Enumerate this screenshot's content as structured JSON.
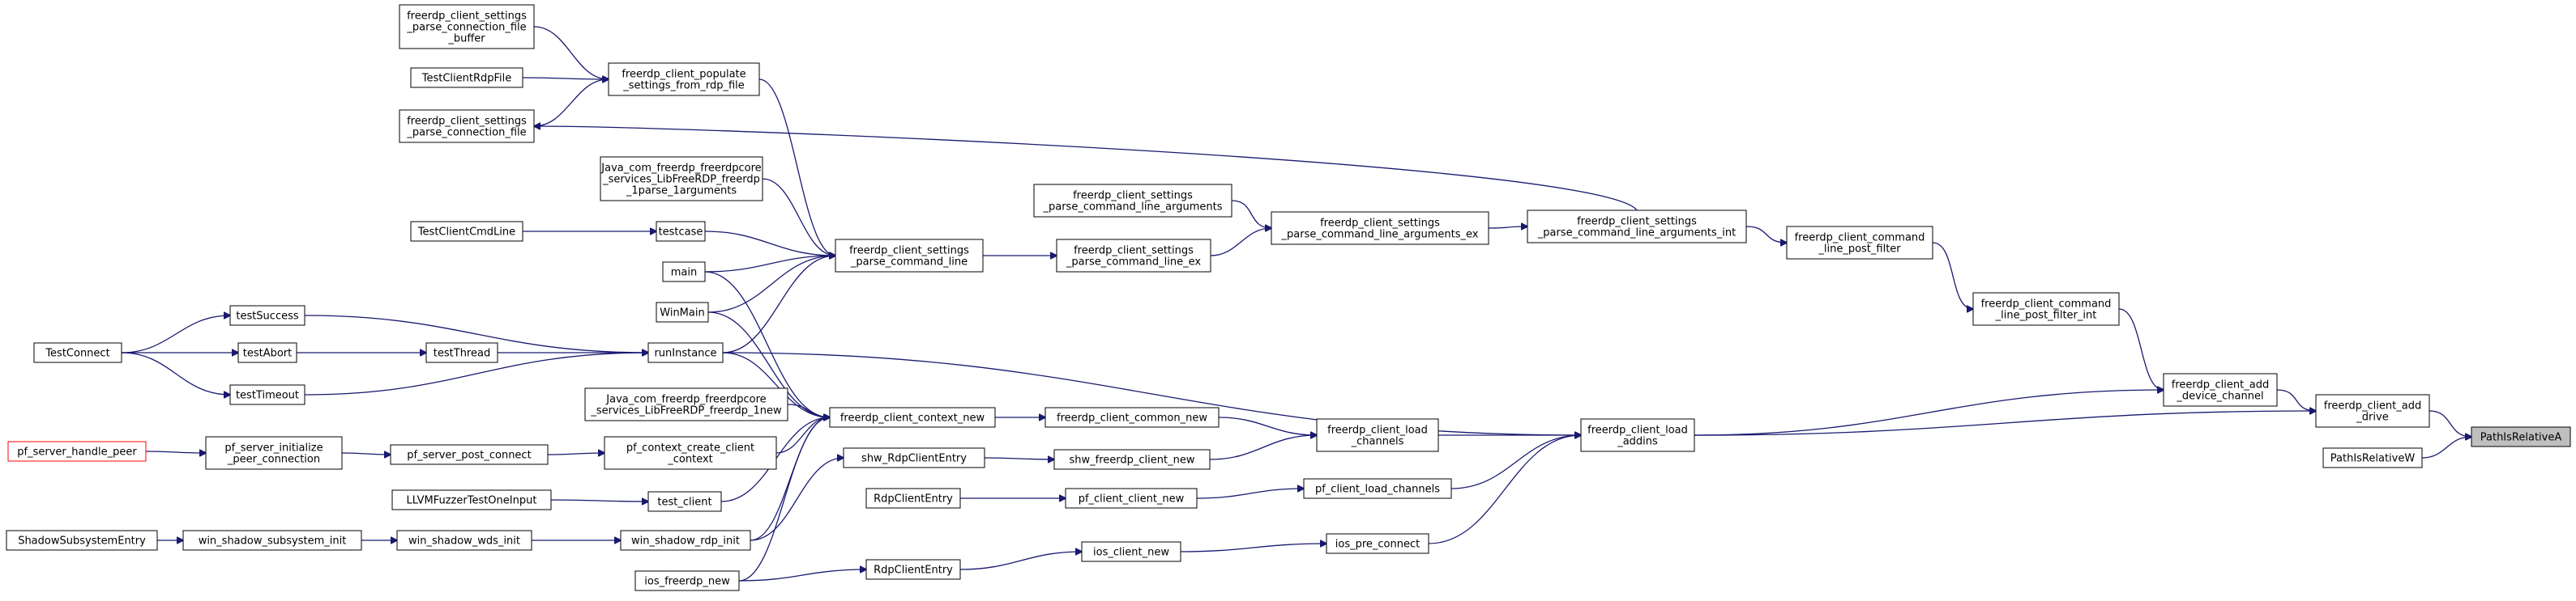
{
  "graph": {
    "focus_node": "PathIsRelativeA",
    "edge_color": "#191970",
    "node_border_color": "#000000",
    "highlight_fill": "#bfbfbf",
    "external_border_color": "#ff0000",
    "nodes": [
      {
        "id": "PathIsRelativeA",
        "lines": [
          "PathIsRelativeA"
        ]
      },
      {
        "id": "freerdp_client_add_drive",
        "lines": [
          "freerdp_client_add",
          "_drive"
        ]
      },
      {
        "id": "PathIsRelativeW",
        "lines": [
          "PathIsRelativeW"
        ]
      },
      {
        "id": "freerdp_client_add_device_channel",
        "lines": [
          "freerdp_client_add",
          "_device_channel"
        ]
      },
      {
        "id": "freerdp_client_load_addins",
        "lines": [
          "freerdp_client_load",
          "_addins"
        ]
      },
      {
        "id": "freerdp_client_command_line_post_filter_int",
        "lines": [
          "freerdp_client_command",
          "_line_post_filter_int"
        ]
      },
      {
        "id": "freerdp_client_command_line_post_filter",
        "lines": [
          "freerdp_client_command",
          "_line_post_filter"
        ]
      },
      {
        "id": "freerdp_client_settings_parse_command_line_arguments_int",
        "lines": [
          "freerdp_client_settings",
          "_parse_command_line_arguments_int"
        ]
      },
      {
        "id": "freerdp_client_settings_parse_command_line_arguments_ex",
        "lines": [
          "freerdp_client_settings",
          "_parse_command_line_arguments_ex"
        ]
      },
      {
        "id": "freerdp_client_settings_parse_command_line_arguments",
        "lines": [
          "freerdp_client_settings",
          "_parse_command_line_arguments"
        ]
      },
      {
        "id": "freerdp_client_settings_parse_command_line_ex",
        "lines": [
          "freerdp_client_settings",
          "_parse_command_line_ex"
        ]
      },
      {
        "id": "freerdp_client_settings_parse_command_line",
        "lines": [
          "freerdp_client_settings",
          "_parse_command_line"
        ]
      },
      {
        "id": "freerdp_client_settings_parse_connection_file_buffer",
        "lines": [
          "freerdp_client_settings",
          "_parse_connection_file",
          "_buffer"
        ]
      },
      {
        "id": "TestClientRdpFile",
        "lines": [
          "TestClientRdpFile"
        ]
      },
      {
        "id": "freerdp_client_settings_parse_connection_file",
        "lines": [
          "freerdp_client_settings",
          "_parse_connection_file"
        ]
      },
      {
        "id": "freerdp_client_populate_settings_from_rdp_file",
        "lines": [
          "freerdp_client_populate",
          "_settings_from_rdp_file"
        ]
      },
      {
        "id": "Java_parse_arguments",
        "lines": [
          "Java_com_freerdp_freerdpcore",
          "_services_LibFreeRDP_freerdp",
          "_1parse_1arguments"
        ]
      },
      {
        "id": "TestClientCmdLine",
        "lines": [
          "TestClientCmdLine"
        ]
      },
      {
        "id": "testcase",
        "lines": [
          "testcase"
        ]
      },
      {
        "id": "main",
        "lines": [
          "main"
        ]
      },
      {
        "id": "WinMain",
        "lines": [
          "WinMain"
        ]
      },
      {
        "id": "runInstance",
        "lines": [
          "runInstance"
        ]
      },
      {
        "id": "testSuccess",
        "lines": [
          "testSuccess"
        ]
      },
      {
        "id": "testAbort",
        "lines": [
          "testAbort"
        ]
      },
      {
        "id": "testThread",
        "lines": [
          "testThread"
        ]
      },
      {
        "id": "testTimeout",
        "lines": [
          "testTimeout"
        ]
      },
      {
        "id": "TestConnect",
        "lines": [
          "TestConnect"
        ]
      },
      {
        "id": "Java_freerdp_new",
        "lines": [
          "Java_com_freerdp_freerdpcore",
          "_services_LibFreeRDP_freerdp_1new"
        ]
      },
      {
        "id": "freerdp_client_context_new",
        "lines": [
          "freerdp_client_context_new"
        ]
      },
      {
        "id": "freerdp_client_common_new",
        "lines": [
          "freerdp_client_common_new"
        ]
      },
      {
        "id": "freerdp_client_load_channels",
        "lines": [
          "freerdp_client_load",
          "_channels"
        ]
      },
      {
        "id": "pf_server_handle_peer",
        "lines": [
          "pf_server_handle_peer"
        ]
      },
      {
        "id": "pf_server_initialize_peer_connection",
        "lines": [
          "pf_server_initialize",
          "_peer_connection"
        ]
      },
      {
        "id": "pf_server_post_connect",
        "lines": [
          "pf_server_post_connect"
        ]
      },
      {
        "id": "pf_context_create_client_context",
        "lines": [
          "pf_context_create_client",
          "_context"
        ]
      },
      {
        "id": "shw_RdpClientEntry",
        "lines": [
          "shw_RdpClientEntry"
        ]
      },
      {
        "id": "shw_freerdp_client_new",
        "lines": [
          "shw_freerdp_client_new"
        ]
      },
      {
        "id": "RdpClientEntry_pf",
        "lines": [
          "RdpClientEntry"
        ]
      },
      {
        "id": "pf_client_client_new",
        "lines": [
          "pf_client_client_new"
        ]
      },
      {
        "id": "pf_client_load_channels",
        "lines": [
          "pf_client_load_channels"
        ]
      },
      {
        "id": "LLVMFuzzerTestOneInput",
        "lines": [
          "LLVMFuzzerTestOneInput"
        ]
      },
      {
        "id": "test_client",
        "lines": [
          "test_client"
        ]
      },
      {
        "id": "ShadowSubsystemEntry",
        "lines": [
          "ShadowSubsystemEntry"
        ]
      },
      {
        "id": "win_shadow_subsystem_init",
        "lines": [
          "win_shadow_subsystem_init"
        ]
      },
      {
        "id": "win_shadow_wds_init",
        "lines": [
          "win_shadow_wds_init"
        ]
      },
      {
        "id": "win_shadow_rdp_init",
        "lines": [
          "win_shadow_rdp_init"
        ]
      },
      {
        "id": "ios_freerdp_new",
        "lines": [
          "ios_freerdp_new"
        ]
      },
      {
        "id": "RdpClientEntry_ios",
        "lines": [
          "RdpClientEntry"
        ]
      },
      {
        "id": "ios_client_new",
        "lines": [
          "ios_client_new"
        ]
      },
      {
        "id": "ios_pre_connect",
        "lines": [
          "ios_pre_connect"
        ]
      }
    ],
    "edges": [
      {
        "from": "freerdp_client_add_drive",
        "to": "PathIsRelativeA"
      },
      {
        "from": "PathIsRelativeW",
        "to": "PathIsRelativeA"
      },
      {
        "from": "freerdp_client_add_device_channel",
        "to": "freerdp_client_add_drive"
      },
      {
        "from": "freerdp_client_load_addins",
        "to": "freerdp_client_add_drive"
      },
      {
        "from": "freerdp_client_load_addins",
        "to": "freerdp_client_add_device_channel"
      },
      {
        "from": "freerdp_client_command_line_post_filter_int",
        "to": "freerdp_client_add_device_channel"
      },
      {
        "from": "freerdp_client_command_line_post_filter",
        "to": "freerdp_client_command_line_post_filter_int"
      },
      {
        "from": "freerdp_client_settings_parse_command_line_arguments_int",
        "to": "freerdp_client_command_line_post_filter"
      },
      {
        "from": "freerdp_client_settings_parse_command_line_arguments_ex",
        "to": "freerdp_client_settings_parse_command_line_arguments_int"
      },
      {
        "from": "freerdp_client_settings_parse_command_line_arguments_int",
        "to": "freerdp_client_settings_parse_connection_file"
      },
      {
        "from": "freerdp_client_settings_parse_command_line_arguments",
        "to": "freerdp_client_settings_parse_command_line_arguments_ex"
      },
      {
        "from": "freerdp_client_settings_parse_command_line_ex",
        "to": "freerdp_client_settings_parse_command_line_arguments_ex"
      },
      {
        "from": "freerdp_client_settings_parse_command_line",
        "to": "freerdp_client_settings_parse_command_line_ex"
      },
      {
        "from": "freerdp_client_settings_parse_connection_file_buffer",
        "to": "freerdp_client_populate_settings_from_rdp_file"
      },
      {
        "from": "TestClientRdpFile",
        "to": "freerdp_client_populate_settings_from_rdp_file"
      },
      {
        "from": "freerdp_client_settings_parse_connection_file",
        "to": "freerdp_client_populate_settings_from_rdp_file"
      },
      {
        "from": "freerdp_client_populate_settings_from_rdp_file",
        "to": "freerdp_client_settings_parse_command_line"
      },
      {
        "from": "Java_parse_arguments",
        "to": "freerdp_client_settings_parse_command_line"
      },
      {
        "from": "testcase",
        "to": "freerdp_client_settings_parse_command_line"
      },
      {
        "from": "main",
        "to": "freerdp_client_settings_parse_command_line"
      },
      {
        "from": "WinMain",
        "to": "freerdp_client_settings_parse_command_line"
      },
      {
        "from": "runInstance",
        "to": "freerdp_client_settings_parse_command_line"
      },
      {
        "from": "TestClientCmdLine",
        "to": "testcase"
      },
      {
        "from": "testSuccess",
        "to": "runInstance"
      },
      {
        "from": "testThread",
        "to": "runInstance"
      },
      {
        "from": "testTimeout",
        "to": "runInstance"
      },
      {
        "from": "testAbort",
        "to": "testThread"
      },
      {
        "from": "TestConnect",
        "to": "testSuccess"
      },
      {
        "from": "TestConnect",
        "to": "testAbort"
      },
      {
        "from": "TestConnect",
        "to": "testTimeout"
      },
      {
        "from": "main",
        "to": "freerdp_client_context_new"
      },
      {
        "from": "WinMain",
        "to": "freerdp_client_context_new"
      },
      {
        "from": "runInstance",
        "to": "freerdp_client_context_new"
      },
      {
        "from": "runInstance",
        "to": "freerdp_client_load_addins"
      },
      {
        "from": "Java_freerdp_new",
        "to": "freerdp_client_context_new"
      },
      {
        "from": "pf_context_create_client_context",
        "to": "freerdp_client_context_new"
      },
      {
        "from": "test_client",
        "to": "freerdp_client_context_new"
      },
      {
        "from": "win_shadow_rdp_init",
        "to": "freerdp_client_context_new"
      },
      {
        "from": "ios_freerdp_new",
        "to": "freerdp_client_context_new"
      },
      {
        "from": "freerdp_client_context_new",
        "to": "freerdp_client_common_new"
      },
      {
        "from": "freerdp_client_common_new",
        "to": "freerdp_client_load_channels"
      },
      {
        "from": "shw_freerdp_client_new",
        "to": "freerdp_client_load_channels"
      },
      {
        "from": "freerdp_client_load_channels",
        "to": "freerdp_client_load_addins"
      },
      {
        "from": "pf_client_load_channels",
        "to": "freerdp_client_load_addins"
      },
      {
        "from": "ios_pre_connect",
        "to": "freerdp_client_load_addins"
      },
      {
        "from": "shw_RdpClientEntry",
        "to": "shw_freerdp_client_new"
      },
      {
        "from": "pf_client_client_new",
        "to": "pf_client_load_channels"
      },
      {
        "from": "RdpClientEntry_pf",
        "to": "pf_client_client_new"
      },
      {
        "from": "pf_server_handle_peer",
        "to": "pf_server_initialize_peer_connection"
      },
      {
        "from": "pf_server_initialize_peer_connection",
        "to": "pf_server_post_connect"
      },
      {
        "from": "pf_server_post_connect",
        "to": "pf_context_create_client_context"
      },
      {
        "from": "LLVMFuzzerTestOneInput",
        "to": "test_client"
      },
      {
        "from": "ShadowSubsystemEntry",
        "to": "win_shadow_subsystem_init"
      },
      {
        "from": "win_shadow_subsystem_init",
        "to": "win_shadow_wds_init"
      },
      {
        "from": "win_shadow_wds_init",
        "to": "win_shadow_rdp_init"
      },
      {
        "from": "win_shadow_rdp_init",
        "to": "shw_RdpClientEntry"
      },
      {
        "from": "ios_freerdp_new",
        "to": "RdpClientEntry_ios"
      },
      {
        "from": "RdpClientEntry_ios",
        "to": "ios_client_new"
      },
      {
        "from": "ios_client_new",
        "to": "ios_pre_connect"
      }
    ]
  }
}
